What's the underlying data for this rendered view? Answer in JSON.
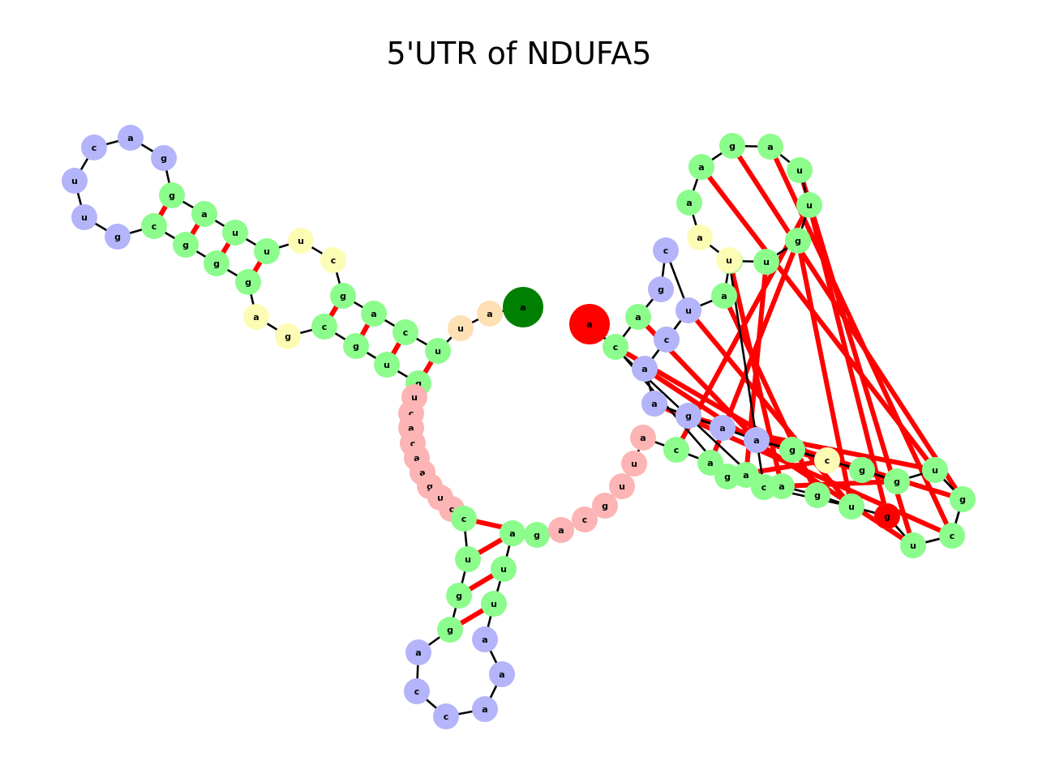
{
  "title": "5'UTR of NDUFA5",
  "colors": {
    "stem": "#8cfc8c",
    "hairpin_loop": "#b4b4fa",
    "interior_loop": "#fdfcb4",
    "multiloop": "#fcb4b4",
    "dangling_end": "#fde0b4",
    "start": "#008000",
    "end": "#ff0000",
    "backbone": "#000000",
    "pair": "#ff0000"
  },
  "sequence": [
    "a",
    "a",
    "u",
    "u",
    "c",
    "a",
    "g",
    "c",
    "u",
    "u",
    "u",
    "a",
    "g",
    "g",
    "a",
    "c",
    "u",
    "u",
    "g",
    "c",
    "g",
    "g",
    "g",
    "a",
    "g",
    "c",
    "g",
    "u",
    "g",
    "u",
    "c",
    "a",
    "c",
    "a",
    "a",
    "g",
    "u",
    "c",
    "c",
    "u",
    "g",
    "g",
    "a",
    "c",
    "c",
    "a",
    "a",
    "a",
    "u",
    "u",
    "a",
    "g",
    "a",
    "c",
    "g",
    "u",
    "u",
    "a",
    "c",
    "a",
    "a",
    "a",
    "g",
    "u",
    "u",
    "g",
    "g",
    "c",
    "u",
    "a",
    "c",
    "u",
    "g",
    "g",
    "a",
    "a",
    "a",
    "g",
    "g",
    "a",
    "a",
    "a",
    "u",
    "g",
    "u",
    "u",
    "a",
    "g",
    "a",
    "a",
    "a",
    "u",
    "u",
    "g",
    "c",
    "a",
    "g",
    "c",
    "u",
    "c",
    "a",
    "a",
    "g",
    "a",
    "a",
    "g",
    "c",
    "g",
    "g",
    "u",
    "g",
    "c",
    "u",
    "g",
    "u",
    "c",
    "a"
  ],
  "types": [
    "dangling_end",
    "dangling_end",
    "dangling_end",
    "stem",
    "stem",
    "stem",
    "stem",
    "interior_loop",
    "interior_loop",
    "stem",
    "stem",
    "stem",
    "stem",
    "hairpin_loop",
    "hairpin_loop",
    "hairpin_loop",
    "hairpin_loop",
    "hairpin_loop",
    "hairpin_loop",
    "stem",
    "stem",
    "stem",
    "stem",
    "interior_loop",
    "interior_loop",
    "stem",
    "stem",
    "stem",
    "stem",
    "multiloop",
    "multiloop",
    "multiloop",
    "multiloop",
    "multiloop",
    "multiloop",
    "multiloop",
    "multiloop",
    "multiloop",
    "stem",
    "stem",
    "stem",
    "stem",
    "hairpin_loop",
    "hairpin_loop",
    "hairpin_loop",
    "hairpin_loop",
    "hairpin_loop",
    "hairpin_loop",
    "stem",
    "stem",
    "stem",
    "stem",
    "multiloop",
    "multiloop",
    "multiloop",
    "multiloop",
    "multiloop",
    "multiloop",
    "stem",
    "stem",
    "stem",
    "stem",
    "stem",
    "stem",
    "interior_loop",
    "stem",
    "stem",
    "stem",
    "stem",
    "stem",
    "hairpin_loop",
    "hairpin_loop",
    "hairpin_loop",
    "hairpin_loop",
    "stem",
    "stem",
    "stem",
    "stem",
    "stem",
    "interior_loop",
    "stem",
    "stem",
    "stem",
    "stem",
    "stem",
    "stem",
    "stem",
    "stem",
    "stem",
    "stem",
    "interior_loop",
    "interior_loop",
    "stem",
    "stem",
    "stem",
    "stem",
    "hairpin_loop",
    "hairpin_loop",
    "hairpin_loop",
    "hairpin_loop",
    "hairpin_loop",
    "hairpin_loop",
    "hairpin_loop",
    "hairpin_loop",
    "hairpin_loop",
    "stem",
    "interior_loop",
    "stem",
    "stem",
    "stem",
    "stem",
    "stem",
    "stem",
    "end"
  ],
  "pairs": [
    [
      3,
      28
    ],
    [
      4,
      27
    ],
    [
      5,
      26
    ],
    [
      6,
      25
    ],
    [
      9,
      22
    ],
    [
      10,
      21
    ],
    [
      11,
      20
    ],
    [
      12,
      19
    ],
    [
      38,
      51
    ],
    [
      39,
      50
    ],
    [
      40,
      49
    ],
    [
      41,
      48
    ],
    [
      58,
      84
    ],
    [
      59,
      83
    ],
    [
      60,
      82
    ],
    [
      61,
      81
    ],
    [
      62,
      80
    ],
    [
      63,
      79
    ],
    [
      65,
      77
    ],
    [
      66,
      76
    ],
    [
      67,
      75
    ],
    [
      68,
      74
    ],
    [
      69,
      73
    ],
    [
      83,
      114
    ],
    [
      84,
      113
    ],
    [
      85,
      112
    ],
    [
      86,
      111
    ],
    [
      87,
      110
    ],
    [
      88,
      109
    ],
    [
      92,
      108
    ],
    [
      93,
      106
    ],
    [
      94,
      105
    ],
    [
      95,
      104
    ]
  ]
}
